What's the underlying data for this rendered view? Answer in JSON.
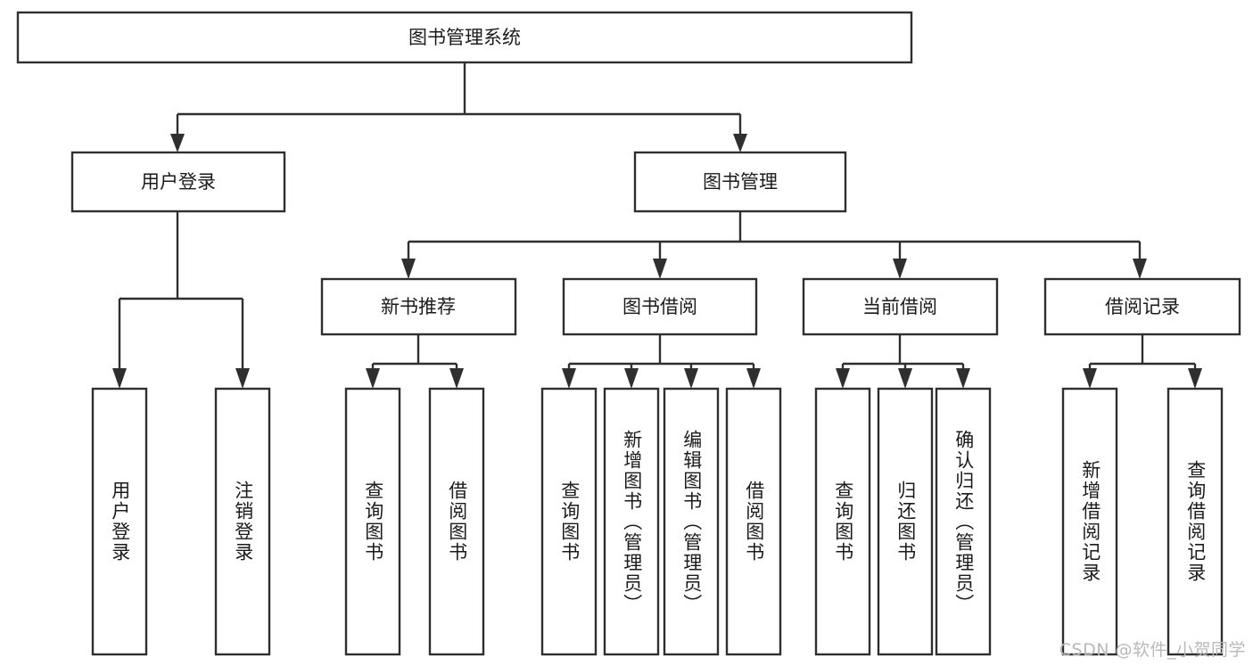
{
  "diagram": {
    "title": "图书管理系统",
    "type": "tree",
    "watermark": "CSDN @软件_小贺同学",
    "watermark_color": "#b9b9b9",
    "line_color": "#2f2f2f",
    "box_fill": "#ffffff",
    "nodes": {
      "root": "图书管理系统",
      "level1": {
        "user_login": "用户登录",
        "book_manage": "图书管理"
      },
      "level2": {
        "new_book_rec": "新书推荐",
        "book_borrow": "图书借阅",
        "current_borrow": "当前借阅",
        "borrow_record": "借阅记录"
      },
      "leaves": {
        "user_login_1": "用户登录",
        "user_login_2": "注销登录",
        "new_book_rec_1": "查询图书",
        "new_book_rec_2": "借阅图书",
        "book_borrow_1": "查询图书",
        "book_borrow_2": "新增图书（管理员）",
        "book_borrow_3": "编辑图书（管理员）",
        "book_borrow_4": "借阅图书",
        "current_borrow_1": "查询图书",
        "current_borrow_2": "归还图书",
        "current_borrow_3": "确认归还（管理员）",
        "borrow_record_1": "新增借阅记录",
        "borrow_record_2": "查询借阅记录"
      }
    }
  }
}
